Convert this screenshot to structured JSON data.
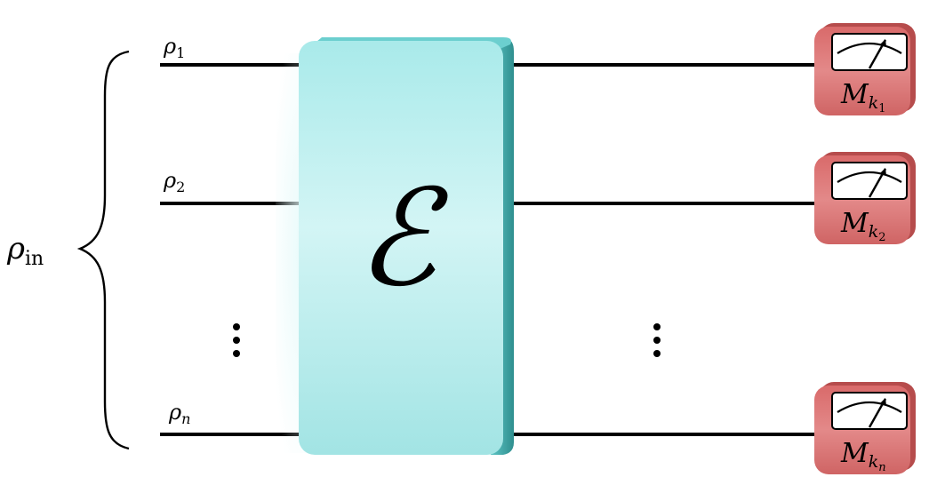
{
  "input_state": {
    "symbol": "ρ",
    "subscript": "in"
  },
  "channel": {
    "symbol": "ℰ"
  },
  "inputs": [
    {
      "symbol": "ρ",
      "subscript": "1"
    },
    {
      "symbol": "ρ",
      "subscript": "2"
    },
    {
      "symbol": "ρ",
      "subscript": "n"
    }
  ],
  "meters": [
    {
      "symbol": "M",
      "subscript": "k",
      "subsubscript": "1"
    },
    {
      "symbol": "M",
      "subscript": "k",
      "subsubscript": "2"
    },
    {
      "symbol": "M",
      "subscript": "k",
      "subsubscript": "n"
    }
  ],
  "colors": {
    "wire": "#000000",
    "channel_fill": "#bff0f0",
    "channel_edge": "#3fa9a9",
    "meter_fill": "#df7a7a",
    "meter_edge": "#b94b4b",
    "meter_face": "#ffffff"
  }
}
